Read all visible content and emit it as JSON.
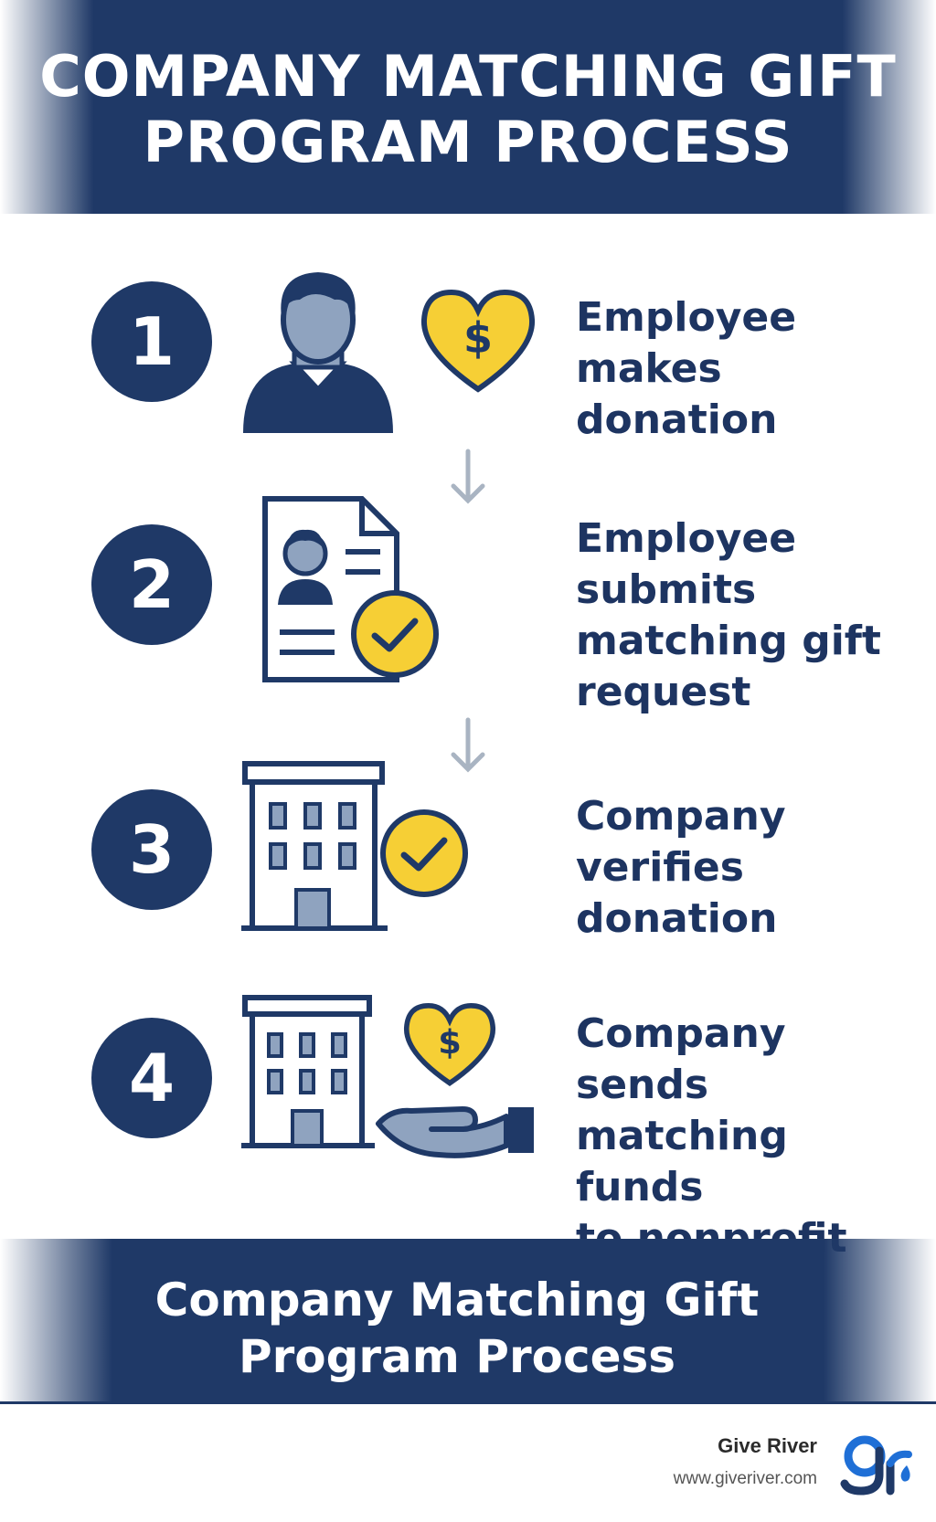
{
  "header": {
    "title": "COMPANY MATCHING GIFT\nPROGRAM PROCESS"
  },
  "steps": [
    {
      "number": "1",
      "text": "Employee\nmakes donation",
      "icons": [
        "person-icon",
        "heart-dollar-icon"
      ]
    },
    {
      "number": "2",
      "text": "Employee\nsubmits\nmatching gift\nrequest",
      "icons": [
        "document-profile-icon",
        "checkmark-circle-icon"
      ]
    },
    {
      "number": "3",
      "text": "Company\nverifies\ndonation",
      "icons": [
        "building-icon",
        "checkmark-circle-icon"
      ]
    },
    {
      "number": "4",
      "text": "Company sends\nmatching funds\nto nonprofit",
      "icons": [
        "building-icon",
        "heart-dollar-icon",
        "giving-hand-icon"
      ]
    }
  ],
  "footer_banner": {
    "title": "Company Matching Gift\nProgram Process"
  },
  "brand": {
    "name": "Give River",
    "url": "www.giveriver.com",
    "logo": "give-river-logo"
  },
  "colors": {
    "navy": "#1f3967",
    "yellow": "#f6cf35",
    "gray_blue": "#8fa3bf",
    "arrow": "#a9b4c2"
  }
}
